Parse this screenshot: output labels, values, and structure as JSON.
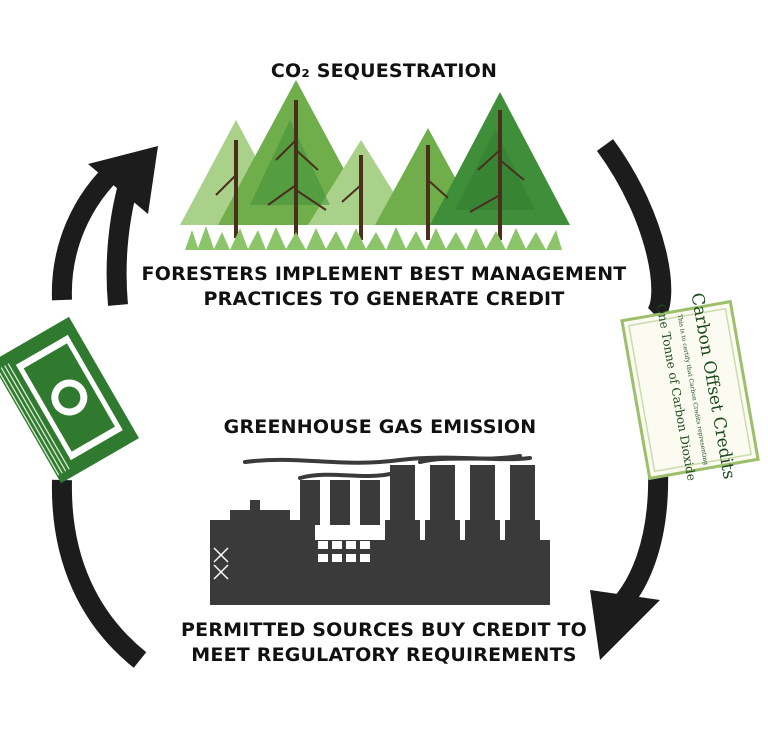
{
  "sequestration": {
    "title": "CO₂ SEQUESTRATION",
    "caption_lines": [
      "FORESTERS IMPLEMENT BEST MANAGEMENT",
      "PRACTICES TO GENERATE CREDIT"
    ]
  },
  "emission": {
    "title": "GREENHOUSE GAS EMISSION",
    "caption_lines": [
      "PERMITTED SOURCES BUY CREDIT TO",
      "MEET REGULATORY REQUIREMENTS"
    ]
  },
  "offset_card": {
    "title": "Carbon Offset Credits",
    "fine_print": "This is to certify that Carbon Credits representing",
    "subtitle": "One Tonne of Carbon Dioxide"
  },
  "icons": [
    "pine-tree-icon",
    "factory-icon",
    "money-stack-icon",
    "carbon-credit-card-icon",
    "cycle-arrow-icon"
  ],
  "colors": {
    "arrow": "#1c1c1c",
    "factory": "#3a3a3a",
    "money": "#2f7a2f",
    "tree_dark": "#3f8f3a",
    "tree_mid": "#6fae4a",
    "tree_light": "#a9d18a",
    "grass": "#8cc46a"
  }
}
